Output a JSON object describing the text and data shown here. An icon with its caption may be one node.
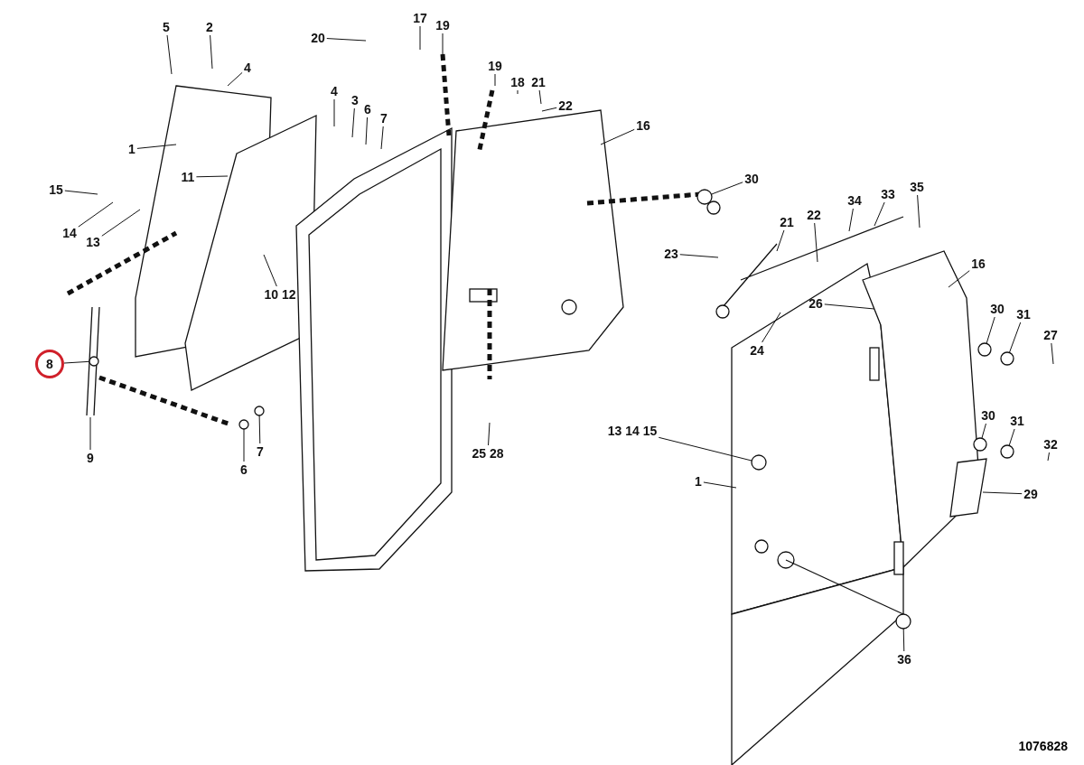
{
  "diagram": {
    "nodes": [
      {
        "text": [
          "5"
        ]
      },
      {
        "text": [
          "2"
        ]
      },
      {
        "text": [
          "4"
        ]
      },
      {
        "text": [
          "1"
        ]
      },
      {
        "text": [
          "11"
        ]
      },
      {
        "text": [
          "4"
        ]
      },
      {
        "text": [
          "3"
        ]
      },
      {
        "text": [
          "6"
        ]
      },
      {
        "text": [
          "7"
        ]
      },
      {
        "text": [
          "15"
        ]
      },
      {
        "text": [
          "14"
        ]
      },
      {
        "text": [
          "13"
        ]
      },
      {
        "text": [
          "10",
          "12"
        ]
      },
      {
        "text": [
          "8"
        ]
      },
      {
        "text": [
          "9"
        ]
      },
      {
        "text": [
          "6"
        ]
      },
      {
        "text": [
          "7"
        ]
      },
      {
        "text": [
          "20"
        ]
      },
      {
        "text": [
          "17"
        ]
      },
      {
        "text": [
          "19"
        ]
      },
      {
        "text": [
          "19"
        ]
      },
      {
        "text": [
          "18"
        ]
      },
      {
        "text": [
          "21"
        ]
      },
      {
        "text": [
          "22"
        ]
      },
      {
        "text": [
          "16"
        ]
      },
      {
        "text": [
          "30"
        ]
      },
      {
        "text": [
          "23"
        ]
      },
      {
        "text": [
          "21"
        ]
      },
      {
        "text": [
          "22"
        ]
      },
      {
        "text": [
          "34"
        ]
      },
      {
        "text": [
          "33"
        ]
      },
      {
        "text": [
          "35"
        ]
      },
      {
        "text": [
          "26"
        ]
      },
      {
        "text": [
          "16"
        ]
      },
      {
        "text": [
          "24"
        ]
      },
      {
        "text": [
          "30"
        ]
      },
      {
        "text": [
          "31"
        ]
      },
      {
        "text": [
          "27"
        ]
      },
      {
        "text": [
          "30"
        ]
      },
      {
        "text": [
          "31"
        ]
      },
      {
        "text": [
          "32"
        ]
      },
      {
        "text": [
          "13",
          "14",
          "15"
        ]
      },
      {
        "text": [
          "25",
          "28"
        ]
      },
      {
        "text": [
          "1"
        ]
      },
      {
        "text": [
          "29"
        ]
      },
      {
        "text": [
          "36"
        ]
      },
      {
        "text": [],
        "shape": "circle"
      },
      {
        "text": [],
        "shape": "circle"
      },
      {
        "text": [],
        "shape": "circle"
      },
      {
        "text": [],
        "shape": "circle"
      },
      {
        "text": [],
        "shape": "circle"
      },
      {
        "text": [],
        "shape": "circle"
      },
      {
        "text": [],
        "shape": "circle"
      },
      {
        "text": [],
        "shape": "circle"
      },
      {
        "text": [],
        "shape": "circle"
      },
      {
        "text": [],
        "shape": "circle"
      }
    ],
    "edges": [
      {
        "from": 0,
        "to": null,
        "arrow": "none"
      },
      {
        "from": 1,
        "to": null,
        "arrow": "none"
      },
      {
        "from": 2,
        "to": null,
        "arrow": "none"
      },
      {
        "from": 3,
        "to": null,
        "arrow": "none"
      },
      {
        "from": 4,
        "to": null,
        "arrow": "none"
      },
      {
        "from": 5,
        "to": null,
        "arrow": "none"
      },
      {
        "from": 6,
        "to": null,
        "arrow": "none"
      },
      {
        "from": 7,
        "to": null,
        "arrow": "none"
      },
      {
        "from": 8,
        "to": null,
        "arrow": "none"
      },
      {
        "from": 9,
        "to": null,
        "arrow": "none"
      },
      {
        "from": 10,
        "to": null,
        "arrow": "none"
      },
      {
        "from": 11,
        "to": null,
        "arrow": "none"
      },
      {
        "from": 12,
        "to": null,
        "arrow": "none"
      },
      {
        "from": 13,
        "to": 46,
        "arrow": "none"
      },
      {
        "from": 14,
        "to": null,
        "arrow": "none"
      },
      {
        "from": 15,
        "to": 47,
        "arrow": "none"
      },
      {
        "from": 16,
        "to": 48,
        "arrow": "none"
      },
      {
        "from": 17,
        "to": null,
        "arrow": "none"
      },
      {
        "from": 18,
        "to": null,
        "arrow": "none"
      },
      {
        "from": 19,
        "to": null,
        "arrow": "none"
      },
      {
        "from": 20,
        "to": null,
        "arrow": "none"
      },
      {
        "from": 21,
        "to": null,
        "arrow": "none"
      },
      {
        "from": 22,
        "to": null,
        "arrow": "none"
      },
      {
        "from": 23,
        "to": null,
        "arrow": "none"
      },
      {
        "from": 24,
        "to": null,
        "arrow": "none"
      },
      {
        "from": 25,
        "to": 49,
        "arrow": "none"
      },
      {
        "from": 26,
        "to": null,
        "arrow": "none"
      },
      {
        "from": 27,
        "to": null,
        "arrow": "none"
      },
      {
        "from": 28,
        "to": null,
        "arrow": "none"
      },
      {
        "from": 29,
        "to": null,
        "arrow": "none"
      },
      {
        "from": 30,
        "to": null,
        "arrow": "none"
      },
      {
        "from": 31,
        "to": null,
        "arrow": "none"
      },
      {
        "from": 32,
        "to": null,
        "arrow": "none"
      },
      {
        "from": 33,
        "to": null,
        "arrow": "none"
      },
      {
        "from": 34,
        "to": null,
        "arrow": "none"
      },
      {
        "from": 35,
        "to": 50,
        "arrow": "none"
      },
      {
        "from": 36,
        "to": 51,
        "arrow": "none"
      },
      {
        "from": 37,
        "to": null,
        "arrow": "none"
      },
      {
        "from": 38,
        "to": 52,
        "arrow": "none"
      },
      {
        "from": 39,
        "to": 53,
        "arrow": "none"
      },
      {
        "from": 40,
        "to": null,
        "arrow": "none"
      },
      {
        "from": 41,
        "to": 54,
        "arrow": "none"
      },
      {
        "from": 42,
        "to": null,
        "arrow": "none"
      },
      {
        "from": 43,
        "to": null,
        "arrow": "none"
      },
      {
        "from": 44,
        "to": null,
        "arrow": "none"
      },
      {
        "from": 45,
        "to": 55,
        "arrow": "none"
      }
    ],
    "labels": [
      "1076828"
    ]
  }
}
